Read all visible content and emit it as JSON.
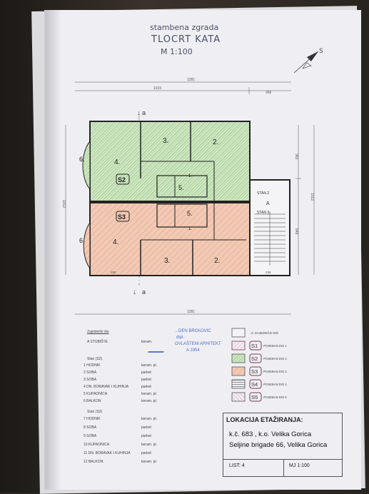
{
  "header": {
    "line1": "stambena zgrada",
    "line2": "TLOCRT KATA",
    "scale": "M 1:100"
  },
  "north": {
    "label": "S"
  },
  "dims": {
    "top_total": "1281",
    "top_left": "1015",
    "top_right": "266",
    "bottom_total": "1281",
    "right_top": "363",
    "right_total": "1012",
    "right_lower": "649",
    "left_total": "1012",
    "bottom_small_left": "290",
    "bottom_small_right": "236"
  },
  "section_marks": {
    "top": "a",
    "bottom": "a"
  },
  "units": {
    "upper": "S2",
    "lower": "S3"
  },
  "room_numbers": {
    "upper": [
      "1.",
      "2.",
      "3.",
      "4.",
      "5.",
      "6."
    ],
    "lower": [
      "1.",
      "2.",
      "3.",
      "4.",
      "5.",
      "6."
    ]
  },
  "stair": {
    "label_a": "A",
    "stan2": "STAN 2",
    "stan3": "STAN 3"
  },
  "room_list": {
    "header_left": "Zajednički dio",
    "common": [
      {
        "name": "A  STUBIŠTE",
        "finish": "keram."
      }
    ],
    "unit_S2_label": "Stan (S2)",
    "unit_S2": [
      {
        "name": "1  HODNIK",
        "finish": "keram. pl."
      },
      {
        "name": "2  SOBA",
        "finish": "parket"
      },
      {
        "name": "3  SOBA",
        "finish": "parket"
      },
      {
        "name": "4  DN. BORAVAK I KUHINJA",
        "finish": "parket"
      },
      {
        "name": "5  KUPAONICA",
        "finish": "keram. pl."
      },
      {
        "name": "6  BALKON",
        "finish": "keram. pl."
      }
    ],
    "unit_S3_label": "Stan (S3)",
    "unit_S3": [
      {
        "name": "7  HODNIK",
        "finish": "keram. pl."
      },
      {
        "name": "8  SOBA",
        "finish": "parket"
      },
      {
        "name": "9  SOBA",
        "finish": "parket"
      },
      {
        "name": "10  KUPAONICA",
        "finish": "keram. pl."
      },
      {
        "name": "11  DN. BORAVAK I KUHINJA",
        "finish": "parket"
      },
      {
        "name": "12  BALKON",
        "finish": "keram. pl."
      }
    ]
  },
  "stamp": {
    "line1": "...DEN BRCKOVIC",
    "line2": "dipl.",
    "line3": "OVLAŠTENI ARHITEKT",
    "line4": "A 1954"
  },
  "legend": [
    {
      "code": "",
      "label": "Z- ZAJEDNIČKI DIO",
      "fill": "#f4f4f6",
      "hatch": ""
    },
    {
      "code": "S1",
      "label": "-POSEBAN DIO 1",
      "fill": "#f4f4f6",
      "hatch": "#d56a8a"
    },
    {
      "code": "S2",
      "label": "-POSEBAN DIO 2",
      "fill": "#cfe8c2",
      "hatch": "#4d8a44"
    },
    {
      "code": "S3",
      "label": "-POSEBAN DIO 3",
      "fill": "#f2c9b4",
      "hatch": "#c07a5a"
    },
    {
      "code": "S4",
      "label": "-POSEBAN DIO 4",
      "fill": "#f4f4f6",
      "hatch": "#555"
    },
    {
      "code": "S5",
      "label": "-POSEBAN DIO 5",
      "fill": "#f4f4f6",
      "hatch": "#c0506a"
    }
  ],
  "location": {
    "title": "LOKACIJA ETAŽIRANJA:",
    "parcel": "k.č. 683 , k.o. Velika Gorica",
    "address": "Seljine brigade 66, Velika Gorica",
    "sheet": "LIST: 4",
    "scale": "MJ 1:100"
  },
  "colors": {
    "green": "#cfe8c2",
    "green_hatch": "#4d8a44",
    "peach": "#f2c9b4",
    "peach_hatch": "#c07a5a",
    "ink": "#4a4f66"
  }
}
